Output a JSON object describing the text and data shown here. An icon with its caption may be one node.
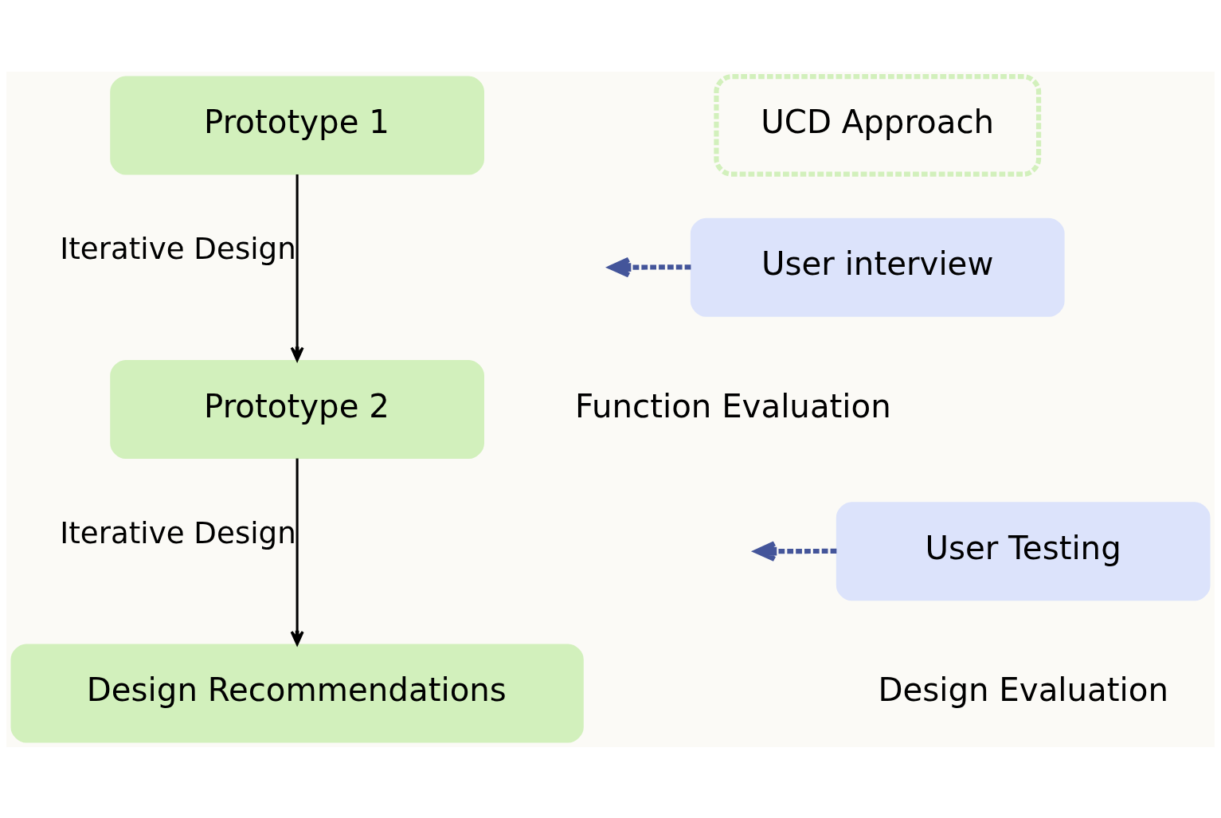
{
  "diagram": {
    "nodes": [
      {
        "text": [
          "Prototype 1"
        ]
      },
      {
        "text": [
          "UCD Approach"
        ]
      },
      {
        "text": [
          "User interview"
        ],
        "beside": [
          "Function Evaluation"
        ]
      },
      {
        "text": [
          "Prototype 2"
        ]
      },
      {
        "text": [
          "User Testing"
        ],
        "beside": [
          "Design Evaluation"
        ]
      },
      {
        "text": [
          "Design Recommendations"
        ]
      }
    ],
    "edges": [
      {
        "from": 0,
        "to": 3,
        "arrow": "to",
        "label": "Iterative Design"
      },
      {
        "from": 2,
        "to": null,
        "arrow": "to",
        "style": "dashed",
        "color": "#44559a"
      },
      {
        "from": 3,
        "to": 5,
        "arrow": "to",
        "label": "Iterative Design"
      },
      {
        "from": 4,
        "to": null,
        "arrow": "to",
        "style": "dashed",
        "color": "#44559a"
      }
    ]
  }
}
